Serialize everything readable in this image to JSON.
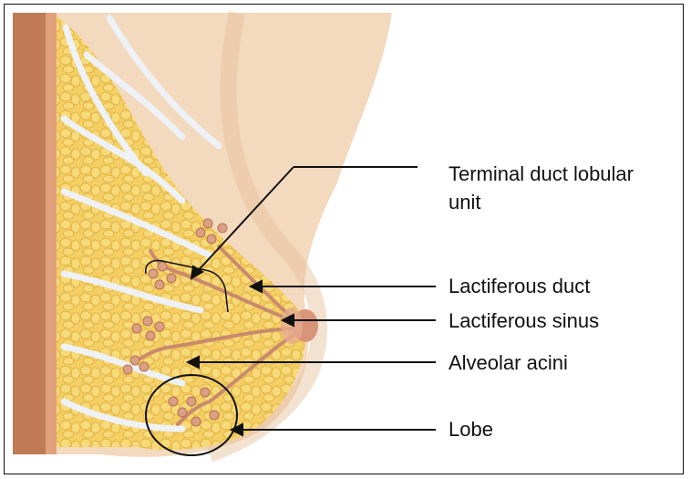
{
  "colors": {
    "skin": "#f3d9bd",
    "skin_shade": "#e6bf99",
    "muscle": "#c07a55",
    "fat": "#f4cf63",
    "fat_cell_edge": "#e9b84a",
    "duct": "#c98a6c",
    "septa": "#e8ecf2",
    "line": "#111111"
  },
  "labels": {
    "terminal_duct_line1": "Terminal duct lobular",
    "terminal_duct_line2": "unit",
    "lactiferous_duct": "Lactiferous duct",
    "lactiferous_sinus": "Lactiferous sinus",
    "alveolar_acini": "Alveolar acini",
    "lobe": "Lobe"
  }
}
